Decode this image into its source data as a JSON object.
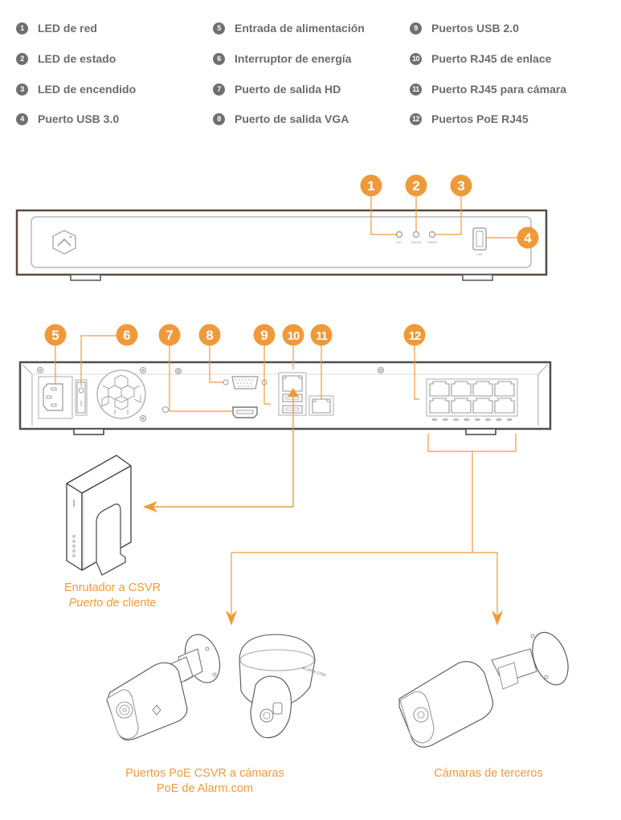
{
  "legend": [
    {
      "num": "1",
      "label": "LED de red"
    },
    {
      "num": "2",
      "label": "LED de estado"
    },
    {
      "num": "3",
      "label": "LED de encendido"
    },
    {
      "num": "4",
      "label": "Puerto USB 3.0"
    },
    {
      "num": "5",
      "label": "Entrada de alimentación"
    },
    {
      "num": "6",
      "label": "Interruptor de energía"
    },
    {
      "num": "7",
      "label": "Puerto de salida HD"
    },
    {
      "num": "8",
      "label": "Puerto de salida VGA"
    },
    {
      "num": "9",
      "label": "Puertos USB 2.0"
    },
    {
      "num": "10",
      "label": "Puerto RJ45 de enlace"
    },
    {
      "num": "11",
      "label": "Puerto RJ45 para cámara"
    },
    {
      "num": "12",
      "label": "Puertos PoE RJ45"
    }
  ],
  "front_panel": {
    "led_labels": [
      "NET",
      "STATUS",
      "POWER"
    ],
    "usb_label": "USB",
    "callouts": [
      "1",
      "2",
      "3",
      "4"
    ]
  },
  "rear_panel": {
    "callouts": [
      "5",
      "6",
      "7",
      "8",
      "9",
      "10",
      "11",
      "12"
    ]
  },
  "captions": {
    "router_line1": "Enrutador a CSVR",
    "router_line2_italic": "Puerto de",
    "router_line2_rest": " cliente",
    "adc_cameras_line1": "Puertos PoE CSVR a cámaras",
    "adc_cameras_line2": "PoE de Alarm.com",
    "third_party": "Cámaras de terceros",
    "dome_brand": "ALARM.COM"
  },
  "colors": {
    "accent": "#ef9a3a",
    "legend_badge": "#6f6f6f",
    "legend_text": "#6b6b6b",
    "device_outline": "#5a4a3c"
  }
}
